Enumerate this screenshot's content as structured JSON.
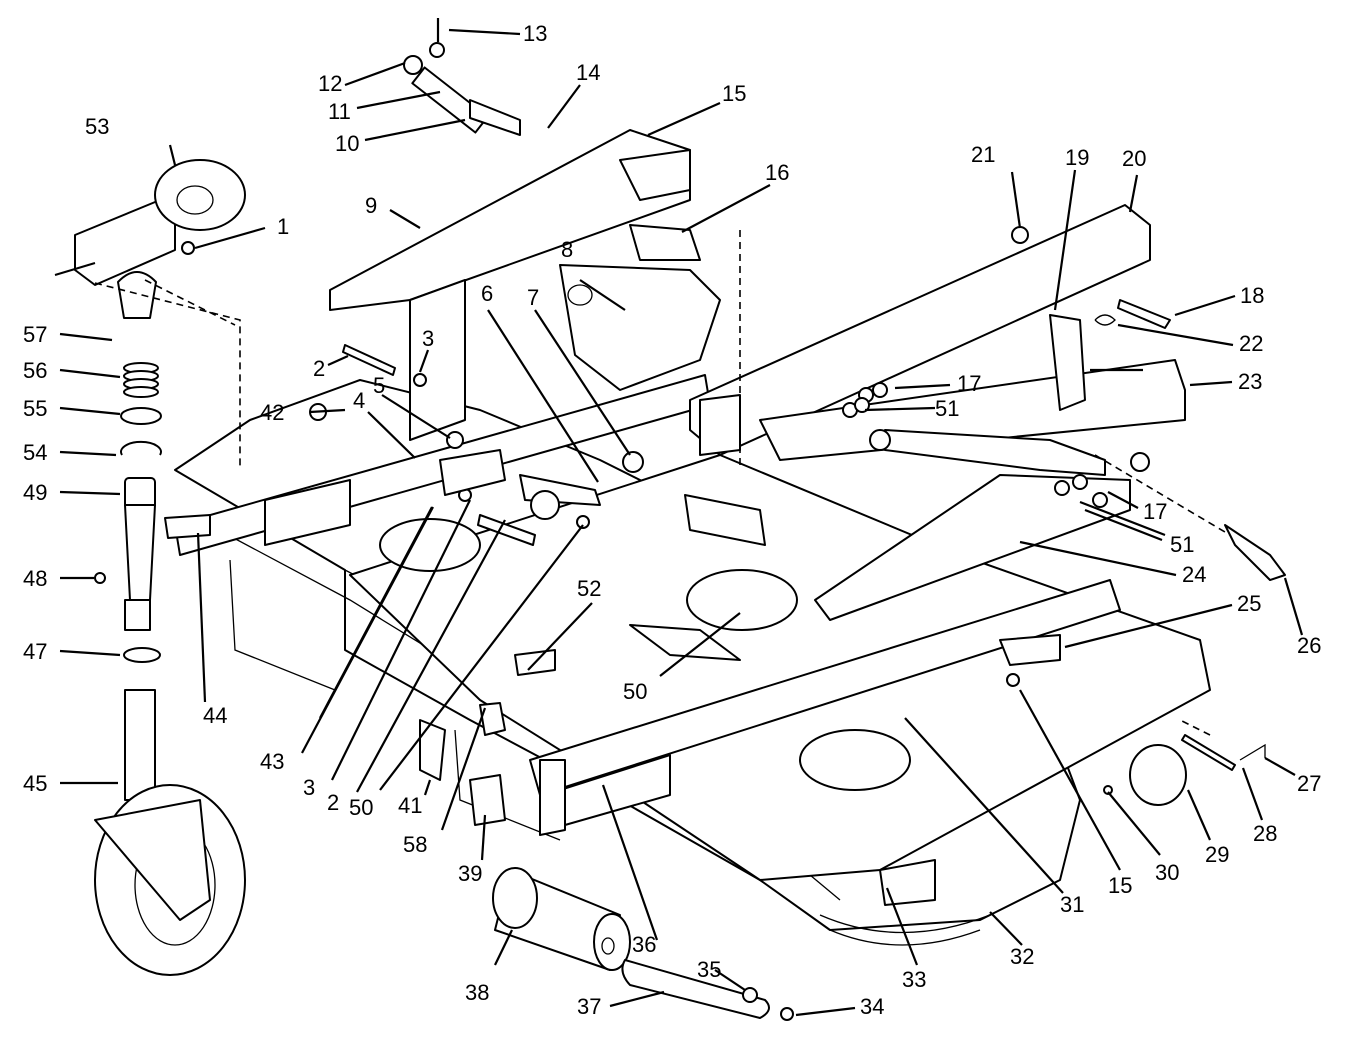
{
  "diagram": {
    "labels": [
      {
        "id": "l1",
        "text": "1"
      },
      {
        "id": "l2a",
        "text": "2"
      },
      {
        "id": "l2b",
        "text": "2"
      },
      {
        "id": "l3a",
        "text": "3"
      },
      {
        "id": "l3b",
        "text": "3"
      },
      {
        "id": "l4",
        "text": "4"
      },
      {
        "id": "l5",
        "text": "5"
      },
      {
        "id": "l6",
        "text": "6"
      },
      {
        "id": "l7",
        "text": "7"
      },
      {
        "id": "l8",
        "text": "8"
      },
      {
        "id": "l9",
        "text": "9"
      },
      {
        "id": "l10",
        "text": "10"
      },
      {
        "id": "l11",
        "text": "11"
      },
      {
        "id": "l12",
        "text": "12"
      },
      {
        "id": "l13",
        "text": "13"
      },
      {
        "id": "l14",
        "text": "14"
      },
      {
        "id": "l15a",
        "text": "15"
      },
      {
        "id": "l15b",
        "text": "15"
      },
      {
        "id": "l16",
        "text": "16"
      },
      {
        "id": "l17a",
        "text": "17"
      },
      {
        "id": "l17b",
        "text": "17"
      },
      {
        "id": "l18",
        "text": "18"
      },
      {
        "id": "l19",
        "text": "19"
      },
      {
        "id": "l20",
        "text": "20"
      },
      {
        "id": "l21",
        "text": "21"
      },
      {
        "id": "l22",
        "text": "22"
      },
      {
        "id": "l23",
        "text": "23"
      },
      {
        "id": "l24",
        "text": "24"
      },
      {
        "id": "l25",
        "text": "25"
      },
      {
        "id": "l26",
        "text": "26"
      },
      {
        "id": "l27",
        "text": "27"
      },
      {
        "id": "l28",
        "text": "28"
      },
      {
        "id": "l29",
        "text": "29"
      },
      {
        "id": "l30",
        "text": "30"
      },
      {
        "id": "l31",
        "text": "31"
      },
      {
        "id": "l32",
        "text": "32"
      },
      {
        "id": "l33",
        "text": "33"
      },
      {
        "id": "l34",
        "text": "34"
      },
      {
        "id": "l35",
        "text": "35"
      },
      {
        "id": "l36",
        "text": "36"
      },
      {
        "id": "l37",
        "text": "37"
      },
      {
        "id": "l38",
        "text": "38"
      },
      {
        "id": "l39",
        "text": "39"
      },
      {
        "id": "l41",
        "text": "41"
      },
      {
        "id": "l42",
        "text": "42"
      },
      {
        "id": "l43",
        "text": "43"
      },
      {
        "id": "l44",
        "text": "44"
      },
      {
        "id": "l45",
        "text": "45"
      },
      {
        "id": "l47",
        "text": "47"
      },
      {
        "id": "l48",
        "text": "48"
      },
      {
        "id": "l49",
        "text": "49"
      },
      {
        "id": "l50a",
        "text": "50"
      },
      {
        "id": "l50b",
        "text": "50"
      },
      {
        "id": "l51a",
        "text": "51"
      },
      {
        "id": "l51b",
        "text": "51"
      },
      {
        "id": "l52",
        "text": "52"
      },
      {
        "id": "l53",
        "text": "53"
      },
      {
        "id": "l54",
        "text": "54"
      },
      {
        "id": "l55",
        "text": "55"
      },
      {
        "id": "l56",
        "text": "56"
      },
      {
        "id": "l57",
        "text": "57"
      },
      {
        "id": "l58",
        "text": "58"
      }
    ]
  }
}
